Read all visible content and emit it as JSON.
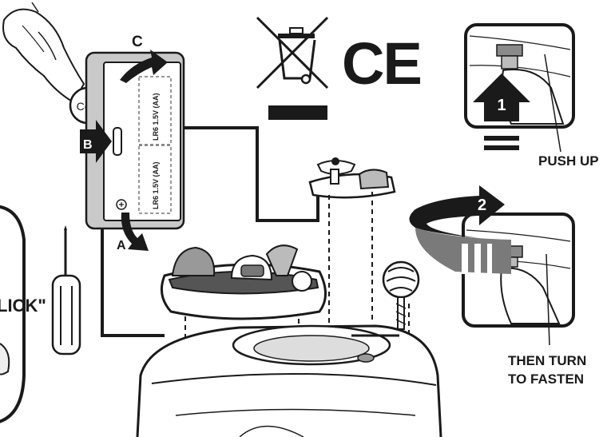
{
  "battery_diagram": {
    "step_a": "A",
    "step_b": "B",
    "step_c": "C",
    "coin_label": "Coin",
    "battery_1": "LR6  1.5V (AA)",
    "battery_2": "LR6  1.5V (AA)"
  },
  "compliance": {
    "ce_mark": "CE"
  },
  "step_1": {
    "number": "1",
    "caption": "PUSH UP"
  },
  "step_2": {
    "number": "2",
    "caption_line1": "THEN TURN",
    "caption_line2": "TO FASTEN"
  },
  "left_panel": {
    "click_text": "LICK\""
  },
  "icons": [
    "hand-with-coin-icon",
    "weee-crossed-bin-icon",
    "ce-mark-icon",
    "screwdriver-icon",
    "push-up-arrow-icon",
    "turn-arrow-icon"
  ],
  "colors": {
    "ink": "#1a1a1a",
    "panel_gray": "#c8c8c8",
    "arrow_gray": "#777777"
  }
}
